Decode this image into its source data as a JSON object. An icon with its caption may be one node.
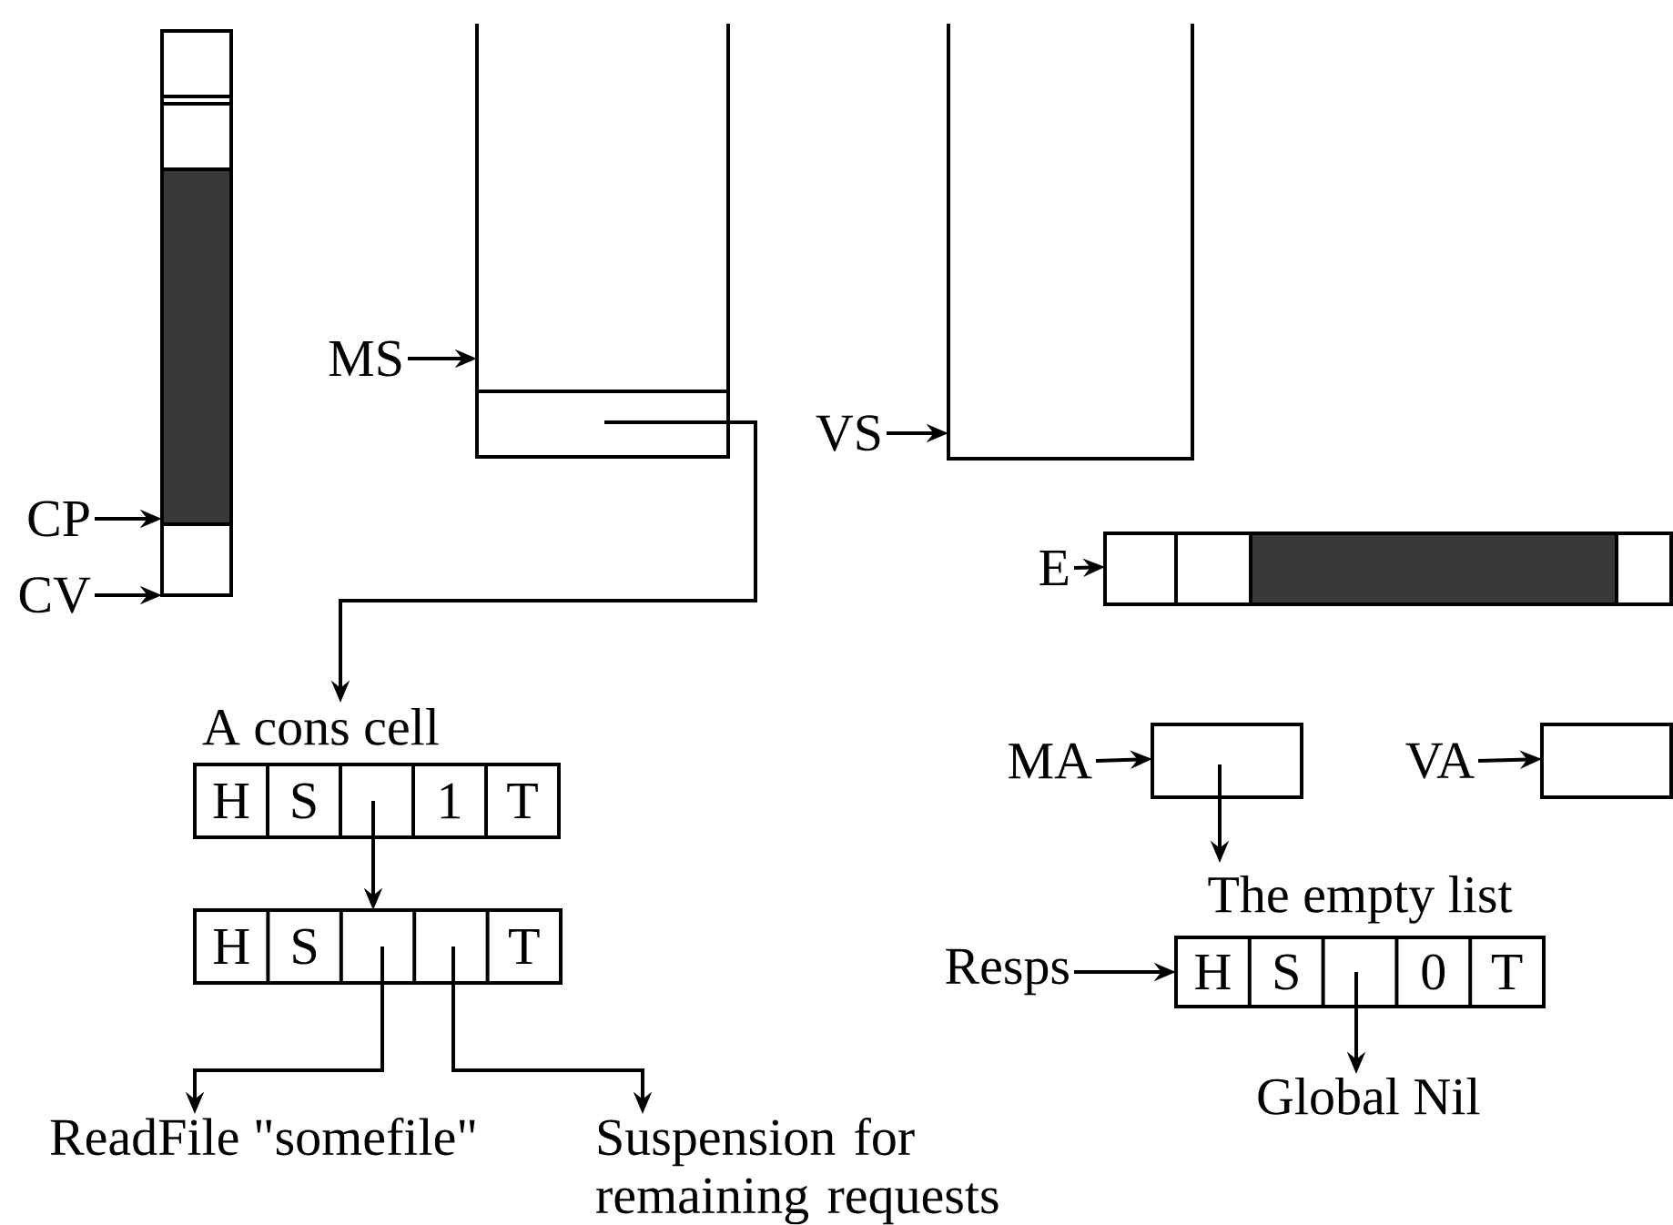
{
  "diagram": {
    "nodes": [
      {
        "text": [
          "CP"
        ]
      },
      {
        "text": [
          "CV"
        ]
      },
      {
        "text": [],
        "shape": "box"
      },
      {
        "text": [
          "MS"
        ]
      },
      {
        "text": [],
        "shape": "box"
      },
      {
        "text": [
          "VS"
        ]
      },
      {
        "text": [],
        "shape": "box"
      },
      {
        "text": [
          "E"
        ]
      },
      {
        "text": [],
        "shape": "bar"
      },
      {
        "text": [
          "A cons cell",
          "H",
          "S",
          "1",
          "T"
        ]
      },
      {
        "text": [
          "H",
          "S",
          "T"
        ]
      },
      {
        "text": [
          "ReadFile \"somefile\""
        ]
      },
      {
        "text": [
          "Suspension for remaining requests"
        ]
      },
      {
        "text": [
          "MA"
        ]
      },
      {
        "text": [],
        "shape": "box"
      },
      {
        "text": [
          "VA"
        ]
      },
      {
        "text": [],
        "shape": "box"
      },
      {
        "text": [
          "Resps"
        ]
      },
      {
        "text": [
          "The empty list",
          "H",
          "S",
          "0",
          "T"
        ]
      },
      {
        "text": [
          "Global Nil"
        ]
      }
    ],
    "edges": [
      {
        "from": 0,
        "to": 2,
        "arrow": "to"
      },
      {
        "from": 1,
        "to": 2,
        "arrow": "to"
      },
      {
        "from": 3,
        "to": 4,
        "arrow": "to"
      },
      {
        "from": 5,
        "to": 6,
        "arrow": "to"
      },
      {
        "from": 7,
        "to": 8,
        "arrow": "to"
      },
      {
        "from": 4,
        "to": 9,
        "arrow": "to"
      },
      {
        "from": 9,
        "to": 10,
        "arrow": "to"
      },
      {
        "from": 10,
        "to": 11,
        "arrow": "to"
      },
      {
        "from": 10,
        "to": 12,
        "arrow": "to"
      },
      {
        "from": 13,
        "to": 14,
        "arrow": "to"
      },
      {
        "from": 14,
        "to": 18,
        "arrow": "to"
      },
      {
        "from": 15,
        "to": 16,
        "arrow": "to"
      },
      {
        "from": 17,
        "to": 18,
        "arrow": "to"
      },
      {
        "from": 18,
        "to": 19,
        "arrow": "to"
      }
    ]
  }
}
